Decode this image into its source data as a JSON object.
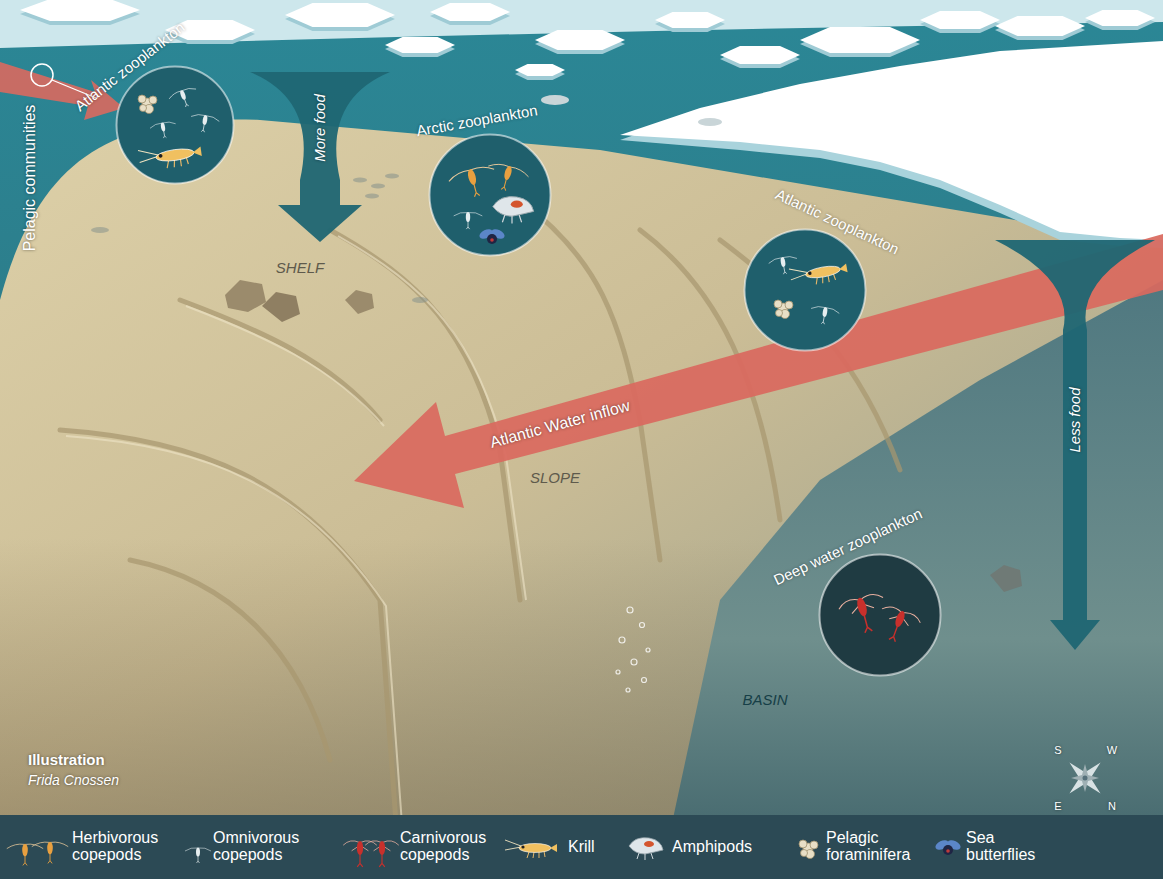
{
  "diagram": {
    "nodes": [
      {
        "text": [
          "Atlantic zooplankton"
        ]
      },
      {
        "text": [
          "Arctic zooplankton"
        ]
      },
      {
        "text": [
          "Atlantic zooplankton"
        ]
      },
      {
        "text": [
          "Deep water zooplankton"
        ]
      }
    ],
    "labels": [
      "Pelagic communities",
      "More food",
      "SHELF",
      "Atlantic Water inflow",
      "SLOPE",
      "Less food",
      "BASIN",
      "Illustration",
      "Frida Cnossen",
      "S",
      "W",
      "E",
      "N"
    ],
    "legend": [
      {
        "text": "Herbivorous copepods"
      },
      {
        "text": "Omnivorous copepods"
      },
      {
        "text": "Carnivorous copepods"
      },
      {
        "text": "Krill"
      },
      {
        "text": "Amphipods"
      },
      {
        "text": "Pelagic foraminifera"
      },
      {
        "text": "Sea butterflies"
      }
    ]
  }
}
